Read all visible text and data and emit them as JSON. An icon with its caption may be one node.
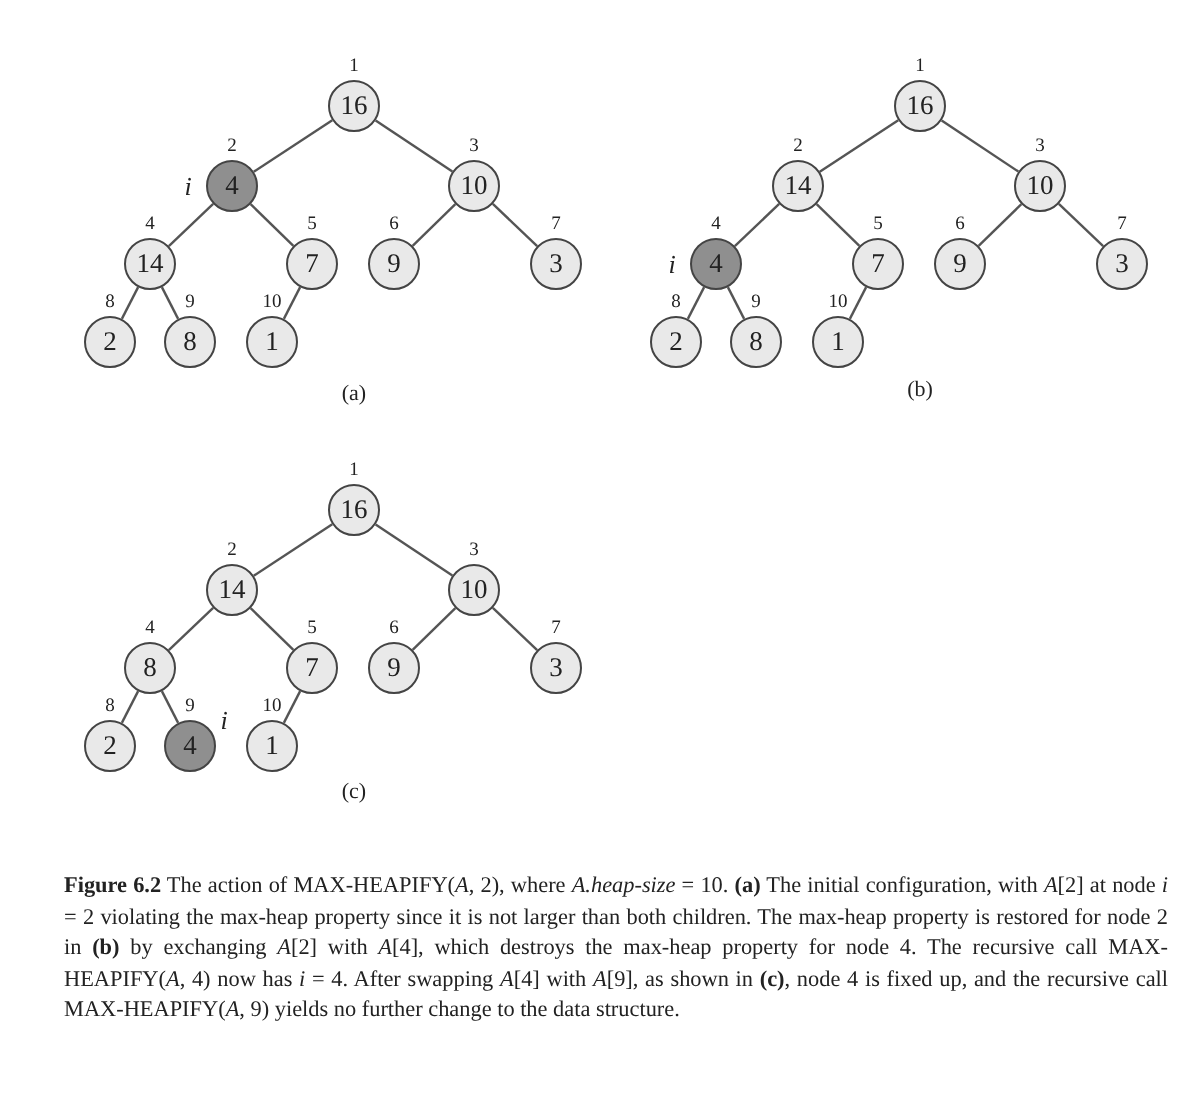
{
  "diagram": {
    "caption": "**Figure 6.2**   The action of MAX-HEAPIFY(*A*, 2), where *A.heap-size* = 10. **(a)** The initial configuration, with *A*[2] at node *i* = 2 violating the max-heap property since it is not larger than both children. The max-heap property is restored for node 2 in **(b)** by exchanging *A*[2] with *A*[4], which destroys the max-heap property for node 4. The recursive call MAX-HEAPIFY(*A*, 4) now has *i* = 4. After swapping *A*[4] with *A*[9], as shown in **(c)**, node 4 is fixed up, and the recursive call MAX-HEAPIFY(*A*, 9) yields no further change to the data structure.",
    "nodes": [
      {
        "text": [
          "16"
        ],
        "beside": [
          "1"
        ]
      },
      {
        "text": [
          "4"
        ],
        "beside": [
          "2",
          "i"
        ]
      },
      {
        "text": [
          "10"
        ],
        "beside": [
          "3"
        ]
      },
      {
        "text": [
          "14"
        ],
        "beside": [
          "4"
        ]
      },
      {
        "text": [
          "7"
        ],
        "beside": [
          "5"
        ]
      },
      {
        "text": [
          "9"
        ],
        "beside": [
          "6"
        ]
      },
      {
        "text": [
          "3"
        ],
        "beside": [
          "7"
        ]
      },
      {
        "text": [
          "2"
        ],
        "beside": [
          "8"
        ]
      },
      {
        "text": [
          "8"
        ],
        "beside": [
          "9"
        ]
      },
      {
        "text": [
          "1"
        ],
        "beside": [
          "10"
        ]
      },
      {
        "text": [
          "16"
        ],
        "beside": [
          "1"
        ]
      },
      {
        "text": [
          "14"
        ],
        "beside": [
          "2"
        ]
      },
      {
        "text": [
          "10"
        ],
        "beside": [
          "3"
        ]
      },
      {
        "text": [
          "4"
        ],
        "beside": [
          "4",
          "i"
        ]
      },
      {
        "text": [
          "7"
        ],
        "beside": [
          "5"
        ]
      },
      {
        "text": [
          "9"
        ],
        "beside": [
          "6"
        ]
      },
      {
        "text": [
          "3"
        ],
        "beside": [
          "7"
        ]
      },
      {
        "text": [
          "2"
        ],
        "beside": [
          "8"
        ]
      },
      {
        "text": [
          "8"
        ],
        "beside": [
          "9"
        ]
      },
      {
        "text": [
          "1"
        ],
        "beside": [
          "10"
        ]
      },
      {
        "text": [
          "16"
        ],
        "beside": [
          "1"
        ]
      },
      {
        "text": [
          "14"
        ],
        "beside": [
          "2"
        ]
      },
      {
        "text": [
          "10"
        ],
        "beside": [
          "3"
        ]
      },
      {
        "text": [
          "8"
        ],
        "beside": [
          "4"
        ]
      },
      {
        "text": [
          "7"
        ],
        "beside": [
          "5"
        ]
      },
      {
        "text": [
          "9"
        ],
        "beside": [
          "6"
        ]
      },
      {
        "text": [
          "3"
        ],
        "beside": [
          "7"
        ]
      },
      {
        "text": [
          "2"
        ],
        "beside": [
          "8"
        ]
      },
      {
        "text": [
          "4"
        ],
        "beside": [
          "9",
          "i"
        ]
      },
      {
        "text": [
          "1"
        ],
        "beside": [
          "10"
        ]
      }
    ],
    "edges": [
      {
        "from": 0,
        "to": 1,
        "arrow": "none"
      },
      {
        "from": 0,
        "to": 2,
        "arrow": "none"
      },
      {
        "from": 1,
        "to": 3,
        "arrow": "none"
      },
      {
        "from": 1,
        "to": 4,
        "arrow": "none"
      },
      {
        "from": 2,
        "to": 5,
        "arrow": "none"
      },
      {
        "from": 2,
        "to": 6,
        "arrow": "none"
      },
      {
        "from": 3,
        "to": 7,
        "arrow": "none"
      },
      {
        "from": 3,
        "to": 8,
        "arrow": "none"
      },
      {
        "from": 4,
        "to": 9,
        "arrow": "none"
      },
      {
        "from": 10,
        "to": 11,
        "arrow": "none"
      },
      {
        "from": 10,
        "to": 12,
        "arrow": "none"
      },
      {
        "from": 11,
        "to": 13,
        "arrow": "none"
      },
      {
        "from": 11,
        "to": 14,
        "arrow": "none"
      },
      {
        "from": 12,
        "to": 15,
        "arrow": "none"
      },
      {
        "from": 12,
        "to": 16,
        "arrow": "none"
      },
      {
        "from": 13,
        "to": 17,
        "arrow": "none"
      },
      {
        "from": 13,
        "to": 18,
        "arrow": "none"
      },
      {
        "from": 14,
        "to": 19,
        "arrow": "none"
      },
      {
        "from": 20,
        "to": 21,
        "arrow": "none"
      },
      {
        "from": 20,
        "to": 22,
        "arrow": "none"
      },
      {
        "from": 21,
        "to": 23,
        "arrow": "none"
      },
      {
        "from": 21,
        "to": 24,
        "arrow": "none"
      },
      {
        "from": 22,
        "to": 25,
        "arrow": "none"
      },
      {
        "from": 22,
        "to": 26,
        "arrow": "none"
      },
      {
        "from": 23,
        "to": 27,
        "arrow": "none"
      },
      {
        "from": 23,
        "to": 28,
        "arrow": "none"
      },
      {
        "from": 24,
        "to": 29,
        "arrow": "none"
      }
    ],
    "labels": [
      "(a)",
      "(b)",
      "(c)"
    ]
  }
}
